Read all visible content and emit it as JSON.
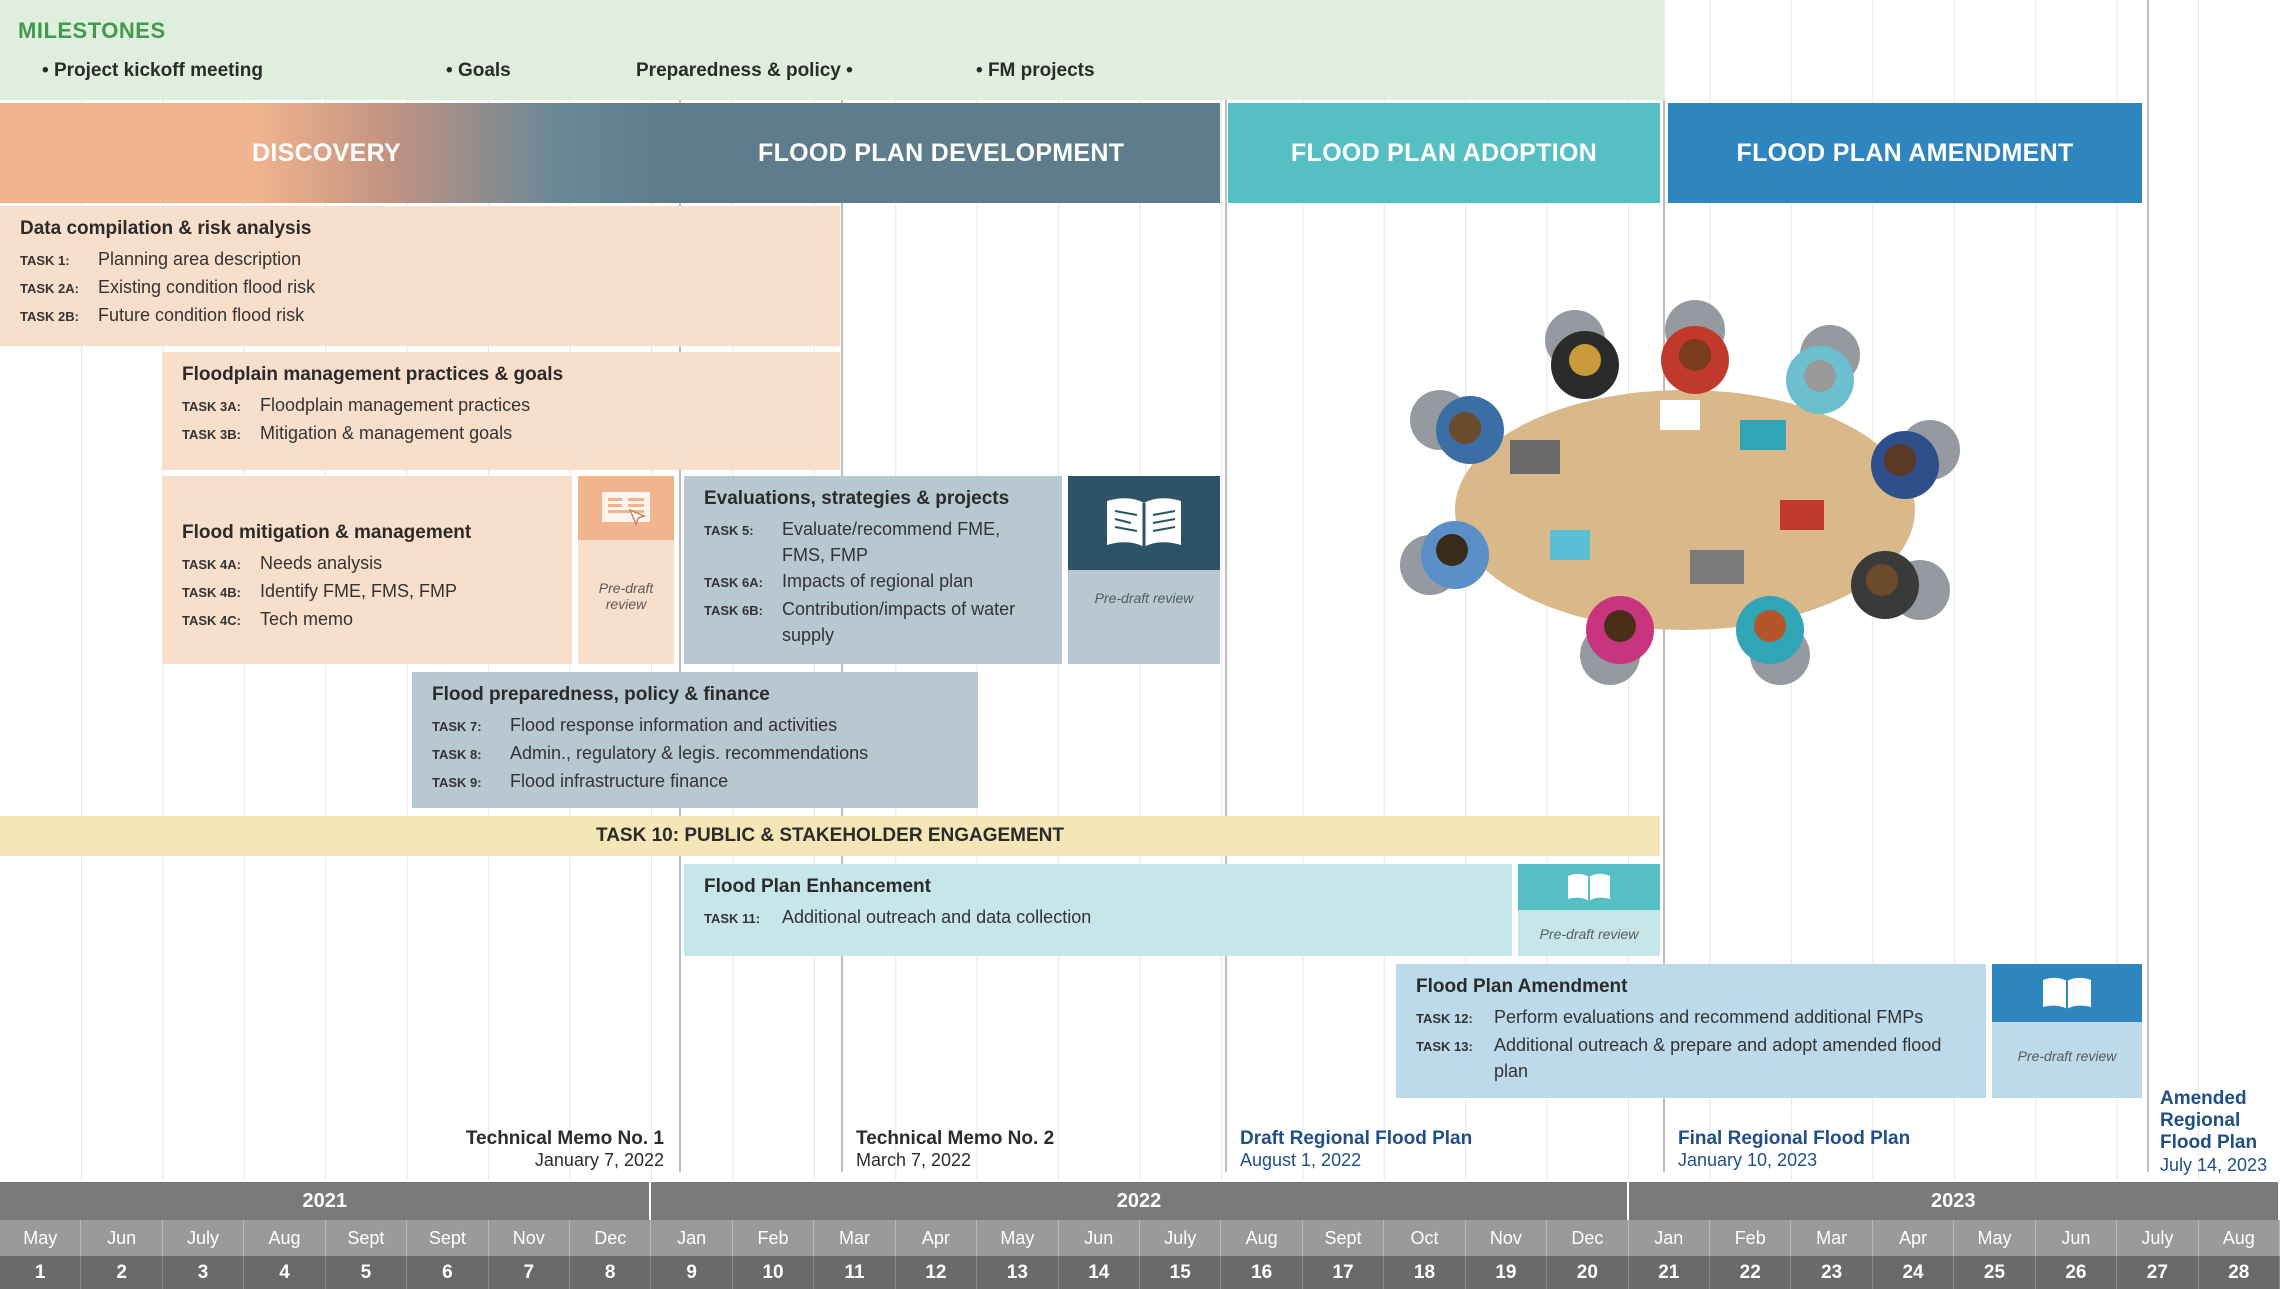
{
  "milestones": {
    "title": "MILESTONES",
    "items": [
      "Project kickoff meeting",
      "Goals",
      "Preparedness & policy",
      "FM projects"
    ]
  },
  "phases": [
    "DISCOVERY",
    "FLOOD PLAN DEVELOPMENT",
    "FLOOD PLAN ADOPTION",
    "FLOOD PLAN AMENDMENT"
  ],
  "cards": {
    "data": {
      "title": "Data compilation & risk analysis",
      "tasks": [
        {
          "k": "TASK 1:",
          "t": "Planning area description"
        },
        {
          "k": "TASK 2A:",
          "t": "Existing condition flood risk"
        },
        {
          "k": "TASK 2B:",
          "t": "Future condition flood risk"
        }
      ]
    },
    "floodplain": {
      "title": "Floodplain management practices & goals",
      "tasks": [
        {
          "k": "TASK 3A:",
          "t": "Floodplain management practices"
        },
        {
          "k": "TASK 3B:",
          "t": "Mitigation & management goals"
        }
      ]
    },
    "mitigation": {
      "title": "Flood mitigation & management",
      "tasks": [
        {
          "k": "TASK 4A:",
          "t": "Needs analysis"
        },
        {
          "k": "TASK 4B:",
          "t": "Identify FME, FMS, FMP"
        },
        {
          "k": "TASK 4C:",
          "t": "Tech memo"
        }
      ]
    },
    "evaluations": {
      "title": "Evaluations, strategies & projects",
      "tasks": [
        {
          "k": "TASK 5:",
          "t": "Evaluate/recommend FME, FMS, FMP"
        },
        {
          "k": "TASK 6A:",
          "t": "Impacts of regional plan"
        },
        {
          "k": "TASK 6B:",
          "t": "Contribution/impacts of water supply"
        }
      ]
    },
    "preparedness": {
      "title": "Flood preparedness, policy & finance",
      "tasks": [
        {
          "k": "TASK 7:",
          "t": "Flood response information and activities"
        },
        {
          "k": "TASK 8:",
          "t": "Admin., regulatory & legis. recommendations"
        },
        {
          "k": "TASK 9:",
          "t": "Flood infrastructure finance"
        }
      ]
    },
    "enhancement": {
      "title": "Flood Plan Enhancement",
      "tasks": [
        {
          "k": "TASK 11:",
          "t": "Additional outreach and data collection"
        }
      ]
    },
    "amendment": {
      "title": "Flood Plan Amendment",
      "tasks": [
        {
          "k": "TASK 12:",
          "t": "Perform evaluations and recommend additional FMPs"
        },
        {
          "k": "TASK 13:",
          "t": "Additional outreach & prepare and adopt amended flood plan"
        }
      ]
    }
  },
  "engagement_label": "TASK 10: PUBLIC & STAKEHOLDER ENGAGEMENT",
  "review_label": "Pre-draft review",
  "deliverables": [
    {
      "title": "Technical Memo No. 1",
      "date": "January 7, 2022"
    },
    {
      "title": "Technical Memo No. 2",
      "date": "March 7, 2022"
    },
    {
      "title": "Draft Regional Flood Plan",
      "date": "August 1, 2022"
    },
    {
      "title": "Final Regional Flood Plan",
      "date": "January 10, 2023"
    },
    {
      "title": "Amended Regional Flood Plan",
      "date": "July 14, 2023"
    }
  ],
  "timeline": {
    "years": [
      {
        "label": "2021",
        "months": 8
      },
      {
        "label": "2022",
        "months": 12
      },
      {
        "label": "2023",
        "months": 8
      }
    ],
    "months": [
      "May",
      "Jun",
      "July",
      "Aug",
      "Sept",
      "Sept",
      "Nov",
      "Dec",
      "Jan",
      "Feb",
      "Mar",
      "Apr",
      "May",
      "Jun",
      "July",
      "Aug",
      "Sept",
      "Oct",
      "Nov",
      "Dec",
      "Jan",
      "Feb",
      "Mar",
      "Apr",
      "May",
      "Jun",
      "July",
      "Aug"
    ],
    "numbers": [
      "1",
      "2",
      "3",
      "4",
      "5",
      "6",
      "7",
      "8",
      "9",
      "10",
      "11",
      "12",
      "13",
      "14",
      "15",
      "16",
      "17",
      "18",
      "19",
      "20",
      "21",
      "22",
      "23",
      "24",
      "25",
      "26",
      "27",
      "28"
    ]
  },
  "colors": {
    "discovery": "#f0b48e",
    "development": "#5d7d8c",
    "adoption": "#56bfc4",
    "amendment": "#2f86bf",
    "milestone_green": "#3f9b4d",
    "engagement": "#f5e6b8"
  }
}
